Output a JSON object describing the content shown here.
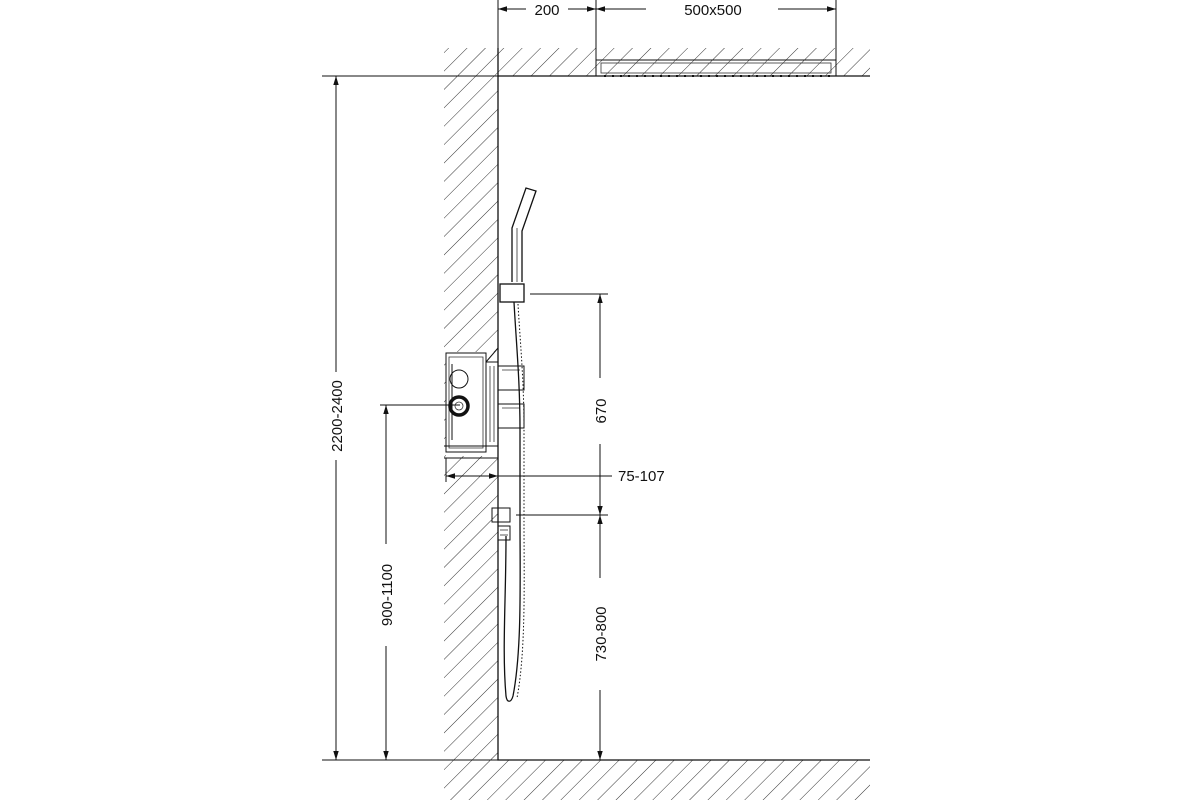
{
  "dimensions": {
    "offset_top": "200",
    "head_size": "500x500",
    "total_height": "2200-2400",
    "mixer_height": "900-1100",
    "rail_length": "670",
    "wall_depth": "75-107",
    "outlet_height": "730-800"
  },
  "colors": {
    "line": "#111111",
    "hatch": "#333333",
    "background": "#ffffff"
  }
}
